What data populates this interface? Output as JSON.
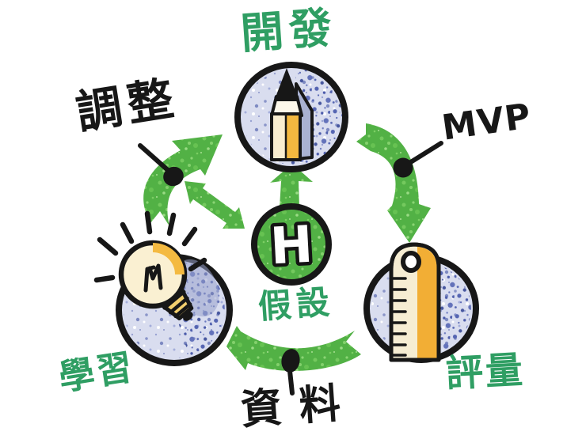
{
  "labels": {
    "develop": "開發",
    "adjust": "調整",
    "mvp": "MVP",
    "h": "H",
    "hypothesis": "假設",
    "data": "資料",
    "learn": "學習",
    "measure": "評量"
  },
  "icons": {
    "develop": "pencil-icon",
    "measure": "ruler-icon",
    "learn": "lightbulb-icon",
    "center": "h-circle"
  },
  "colors": {
    "background": "#ffffff",
    "arrow_green": "#52b145",
    "label_green": "#2f9e63",
    "node_blue": "#d9ddef",
    "speckle_blue": "#5565b2",
    "pencil_yellow": "#f3b840",
    "ruler_orange": "#f2ae35",
    "bulb_cream": "#faf0d2",
    "ink": "#171717"
  }
}
